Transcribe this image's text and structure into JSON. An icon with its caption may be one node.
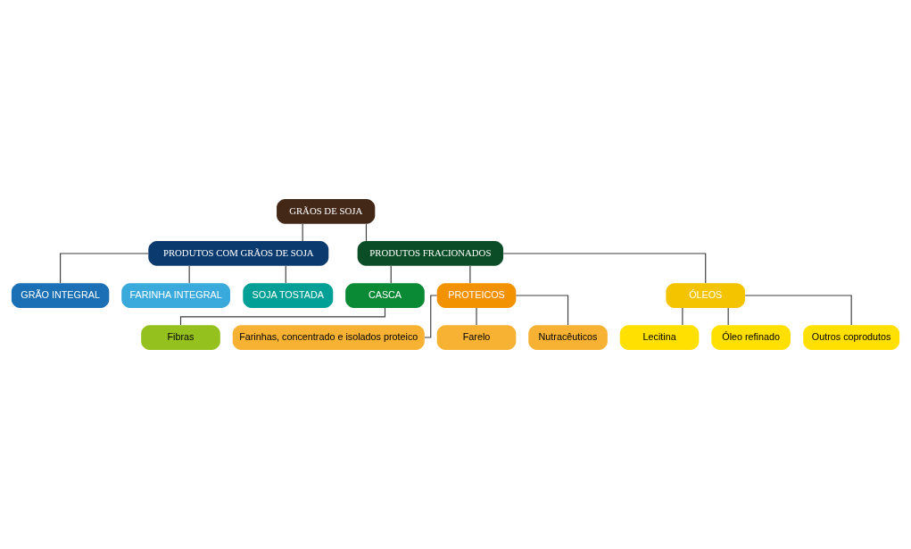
{
  "diagram": {
    "nodes": [
      {
        "text": [
          "GRÃOS DE SOJA"
        ]
      },
      {
        "text": [
          "PRODUTOS COM GRÃOS DE SOJA"
        ]
      },
      {
        "text": [
          "PRODUTOS FRACIONADOS"
        ]
      },
      {
        "text": [
          "GRÃO INTEGRAL"
        ]
      },
      {
        "text": [
          "FARINHA INTEGRAL"
        ]
      },
      {
        "text": [
          "SOJA TOSTADA"
        ]
      },
      {
        "text": [
          "CASCA"
        ]
      },
      {
        "text": [
          "PROTEICOS"
        ]
      },
      {
        "text": [
          "ÓLEOS"
        ]
      },
      {
        "text": [
          "Fibras"
        ]
      },
      {
        "text": [
          "Farinhas, concentrado e isolados proteico"
        ]
      },
      {
        "text": [
          "Farelo"
        ]
      },
      {
        "text": [
          "Nutracêuticos"
        ]
      },
      {
        "text": [
          "Lecitina"
        ]
      },
      {
        "text": [
          "Óleo refinado"
        ]
      },
      {
        "text": [
          "Outros coprodutos"
        ]
      }
    ],
    "edges": [
      {
        "from": 0,
        "to": 1,
        "arrow": "none"
      },
      {
        "from": 0,
        "to": 2,
        "arrow": "none"
      },
      {
        "from": 1,
        "to": 3,
        "arrow": "none"
      },
      {
        "from": 1,
        "to": 4,
        "arrow": "none"
      },
      {
        "from": 1,
        "to": 5,
        "arrow": "none"
      },
      {
        "from": 2,
        "to": 6,
        "arrow": "none"
      },
      {
        "from": 2,
        "to": 7,
        "arrow": "none"
      },
      {
        "from": 2,
        "to": 8,
        "arrow": "none"
      },
      {
        "from": 6,
        "to": 9,
        "arrow": "none"
      },
      {
        "from": 7,
        "to": 10,
        "arrow": "none"
      },
      {
        "from": 7,
        "to": 11,
        "arrow": "none"
      },
      {
        "from": 7,
        "to": 12,
        "arrow": "none"
      },
      {
        "from": 8,
        "to": 13,
        "arrow": "none"
      },
      {
        "from": 8,
        "to": 14,
        "arrow": "none"
      },
      {
        "from": 8,
        "to": 15,
        "arrow": "none"
      }
    ]
  }
}
